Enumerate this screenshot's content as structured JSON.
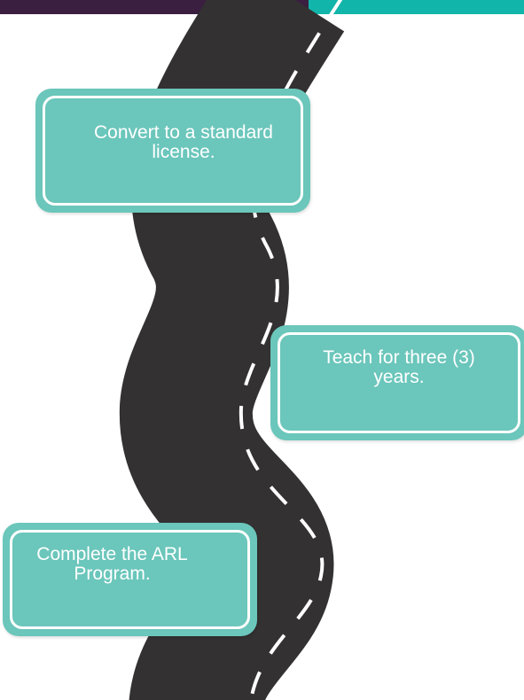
{
  "colors": {
    "header_left": "#3a1f40",
    "header_right": "#12b5a9",
    "road": "#333132",
    "lane_marking": "#ffffff",
    "step_fill": "#6bc6bb",
    "step_border": "#ffffff",
    "step_text": "#ffffff"
  },
  "steps": [
    {
      "text": "Convert to a standard\nlicense."
    },
    {
      "text": "Teach for three (3)\nyears."
    },
    {
      "text": "Complete the ARL\nProgram."
    }
  ]
}
